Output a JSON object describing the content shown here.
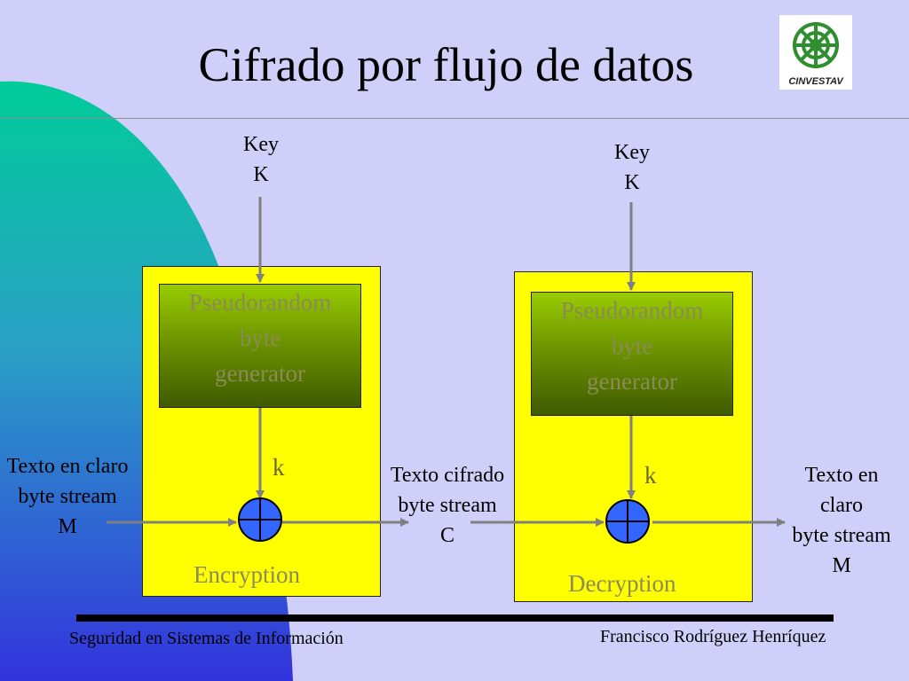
{
  "slide": {
    "title": "Cifrado por flujo de datos",
    "logo_text": "CINVESTAV",
    "footer_left": "Seguridad en Sistemas de Información",
    "footer_right": "Francisco Rodríguez Henríquez"
  },
  "encryption": {
    "key_line1": "Key",
    "key_line2": "K",
    "generator": [
      "Pseudorandom",
      "byte",
      "generator"
    ],
    "k_label": "k",
    "box_label": "Encryption",
    "input": [
      "Texto en claro",
      "byte stream",
      "M"
    ],
    "output": [
      "Texto cifrado",
      "byte stream",
      "C"
    ]
  },
  "decryption": {
    "key_line1": "Key",
    "key_line2": "K",
    "generator": [
      "Pseudorandom",
      "byte",
      "generator"
    ],
    "k_label": "k",
    "box_label": "Decryption",
    "output": [
      "Texto en",
      "claro",
      "byte stream",
      "M"
    ]
  },
  "colors": {
    "background": "#cfcff9",
    "box": "#ffff00",
    "xor": "#3366ff",
    "arrow": "#808080",
    "generator_top": "#99cc00",
    "generator_bottom": "#3f5a00"
  }
}
